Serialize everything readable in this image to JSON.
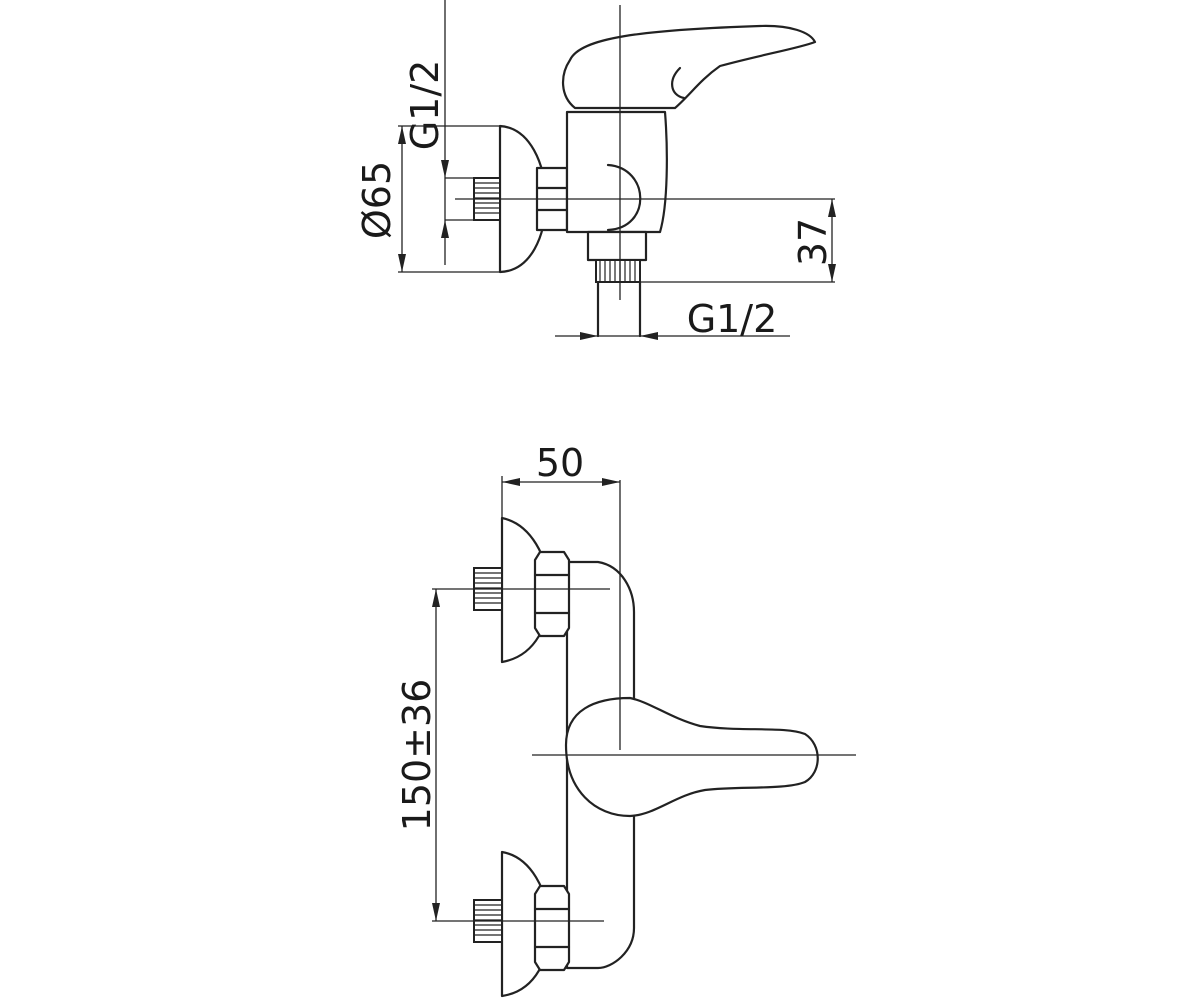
{
  "colors": {
    "line": "#222222",
    "background": "#ffffff"
  },
  "side_view": {
    "inlet_thread_label": "G1/2",
    "escutcheon_diameter_label": "Ø65",
    "outlet_height_label": "37",
    "outlet_thread_label": "G1/2"
  },
  "front_view": {
    "body_depth_label": "50",
    "inlet_spacing_label": "150±36"
  }
}
